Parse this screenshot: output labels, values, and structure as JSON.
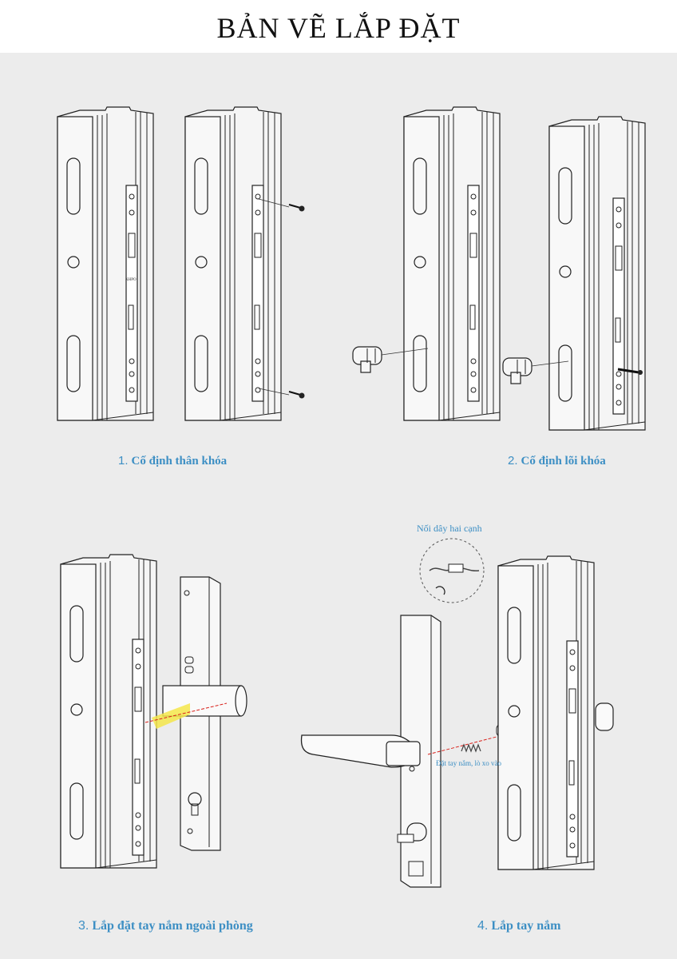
{
  "title": "BẢN VẼ LẮP ĐẶT",
  "steps": [
    {
      "num": "1.",
      "label": "Cố định thân khóa"
    },
    {
      "num": "2.",
      "label": "Cố định lõi khóa"
    },
    {
      "num": "3.",
      "label": "Lắp đặt tay nắm ngoài phòng"
    },
    {
      "num": "4.",
      "label": "Lắp tay nắm"
    }
  ],
  "notes": {
    "wire": "Nối dây hai cạnh",
    "handle": "Đặt tay nắm, lò xo vào"
  },
  "brand_mark": "XHPO",
  "colors": {
    "caption": "#3d8fc4",
    "guide_line": "#d9221c",
    "highlight": "#f5e64a"
  }
}
